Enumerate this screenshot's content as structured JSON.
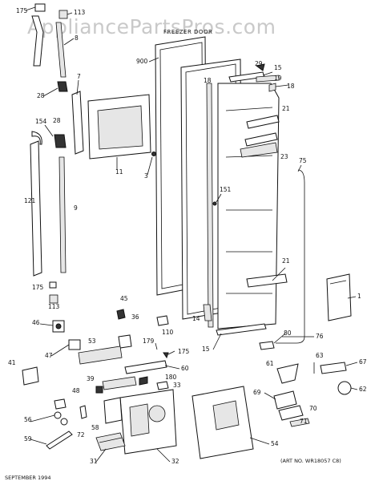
{
  "watermark": "AppliancePartsPros.com",
  "diagram_title": "FREEZER DOOR",
  "art_number": "(ART NO. WR18057 C8)",
  "footer_left": "SEPTEMBER 1994",
  "callouts": {
    "c175a": "175",
    "c113a": "113",
    "c8": "8",
    "c900": "900",
    "c29": "29",
    "c15a": "15",
    "c19": "19",
    "c18a": "18",
    "c18b": "18",
    "c28a": "28",
    "c7": "7",
    "c154": "154",
    "c28b": "28",
    "c21a": "21",
    "c23": "23",
    "c75": "75",
    "c151": "151",
    "c11": "11",
    "c3": "3",
    "c121": "121",
    "c9": "9",
    "c21b": "21",
    "c1": "1",
    "c175b": "175",
    "c113b": "113",
    "c45": "45",
    "c46": "46",
    "c36": "36",
    "c110": "110",
    "c14": "14",
    "c80": "80",
    "c76": "76",
    "c15b": "15",
    "c53": "53",
    "c179": "179",
    "c175c": "175",
    "c47": "47",
    "c63": "63",
    "c67": "67",
    "c41": "41",
    "c60": "60",
    "c61": "61",
    "c39": "39",
    "c180": "180",
    "c62": "62",
    "c48": "48",
    "c33": "33",
    "c69": "69",
    "c70": "70",
    "c56": "56",
    "c58": "58",
    "c71": "71",
    "c72": "72",
    "c59": "59",
    "c54": "54",
    "c31": "31",
    "c32": "32"
  }
}
